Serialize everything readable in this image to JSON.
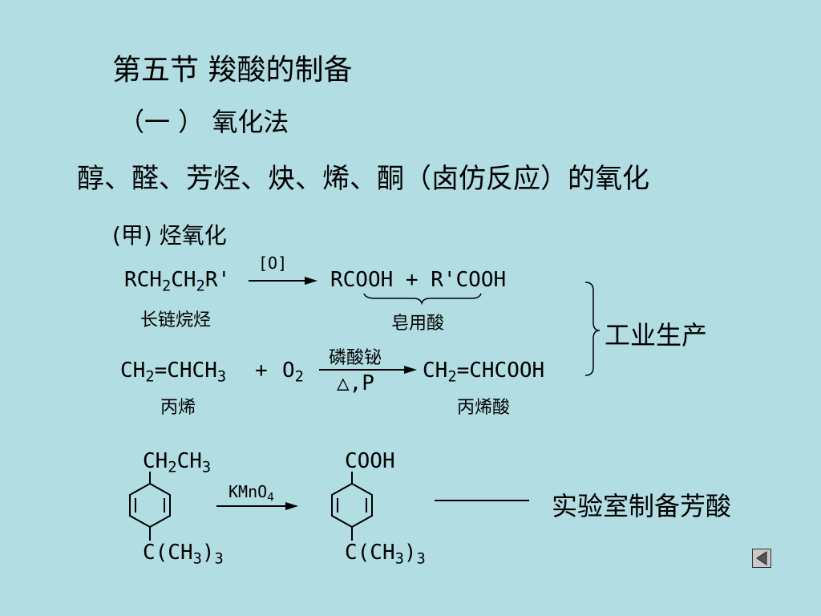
{
  "slide": {
    "title": "第五节  羧酸的制备",
    "section": "（一 ）  氧化法",
    "intro": "醇、醛、芳烃、炔、烯、酮（卤仿反应）的氧化",
    "subsection": "(甲) 烃氧化"
  },
  "reaction1": {
    "reactant_parts": [
      "RCH",
      "2",
      "CH",
      "2",
      "R'"
    ],
    "reagent": "[O]",
    "product": "RCOOH + R'COOH",
    "reactant_label": "长链烷烃",
    "product_label": "皂用酸"
  },
  "reaction2": {
    "reactant1_parts": [
      "CH",
      "2",
      "=CHCH",
      "3"
    ],
    "plus": "+",
    "reactant2_parts": [
      "O",
      "2"
    ],
    "catalyst": "磷酸铋",
    "conditions": "△,P",
    "product_parts": [
      "CH",
      "2",
      "=CHCOOH"
    ],
    "reactant_label": "丙烯",
    "product_label": "丙烯酸"
  },
  "industry_label": "工业生产",
  "reaction3": {
    "reactant_top_parts": [
      "CH",
      "2",
      "CH",
      "3"
    ],
    "reactant_bottom_parts": [
      "C(CH",
      "3",
      ")",
      "3"
    ],
    "reagent_parts": [
      "KMnO",
      "4"
    ],
    "product_top": "COOH",
    "product_bottom_parts": [
      "C(CH",
      "3",
      ")",
      "3"
    ]
  },
  "lab_label": "实验室制备芳酸",
  "nav": {
    "icon": "back-triangle-icon"
  }
}
